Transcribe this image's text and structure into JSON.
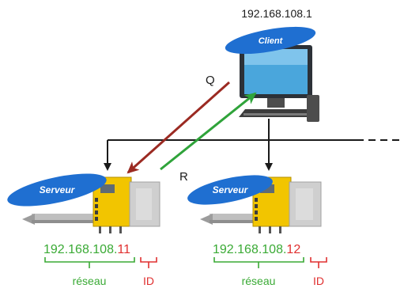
{
  "client": {
    "ip": "192.168.108.1",
    "tag": "Client"
  },
  "arrows": {
    "request_label": "Q",
    "response_label": "R"
  },
  "servers": [
    {
      "tag": "Serveur",
      "ip_network": "192.168.108.",
      "ip_host": "11",
      "network_caption": "réseau",
      "host_caption": "ID"
    },
    {
      "tag": "Serveur",
      "ip_network": "192.168.108.",
      "ip_host": "12",
      "network_caption": "réseau",
      "host_caption": "ID"
    }
  ],
  "colors": {
    "tag_blue": "#1f6fd1",
    "request_arrow": "#9b2a22",
    "response_arrow": "#2fa33a",
    "network_green": "#3aaa35",
    "host_red": "#e03030",
    "bus": "#1a1a1a"
  }
}
